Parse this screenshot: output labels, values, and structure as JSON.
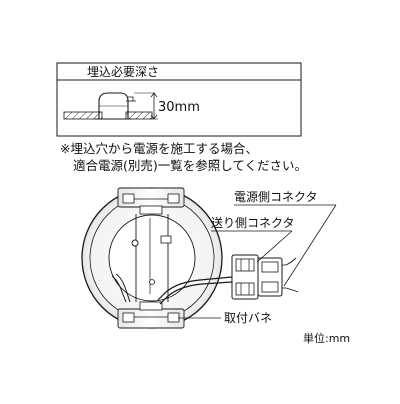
{
  "depth_box": {
    "title": "埋込必要深さ",
    "dimension": "30mm"
  },
  "note": {
    "line1": "※埋込穴から電源を施工する場合、",
    "line2": "適合電源(別売)一覧を参照してください。"
  },
  "callouts": {
    "power_connector": "電源側コネクタ",
    "feed_connector": "送り側コネクタ",
    "mounting_spring": "取付バネ"
  },
  "unit": "単位:mm"
}
